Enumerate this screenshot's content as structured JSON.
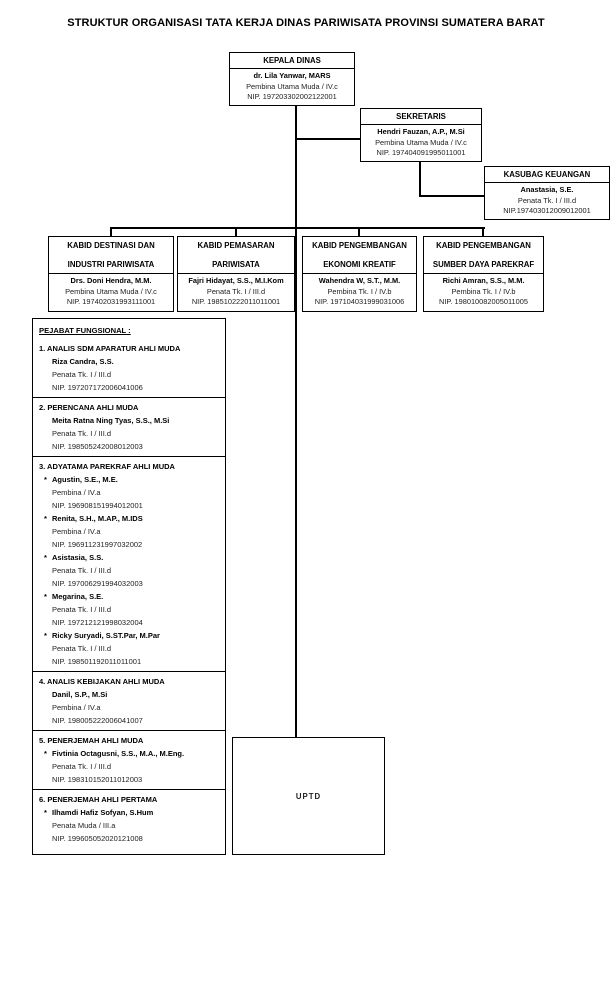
{
  "title": "STRUKTUR ORGANISASI TATA KERJA DINAS PARIWISATA PROVINSI SUMATERA BARAT",
  "nodes": {
    "kepala_dinas": {
      "header": "KEPALA DINAS",
      "name": "dr. Lila Yanwar, MARS",
      "rank": "Pembina Utama Muda / IV.c",
      "nip": "NIP. 197203302002122001"
    },
    "sekretaris": {
      "header": "SEKRETARIS",
      "name": "Hendri Fauzan, A.P., M.Si",
      "rank": "Pembina Utama Muda / IV.c",
      "nip": "NIP. 197404091995011001"
    },
    "kasubag_keuangan": {
      "header": "KASUBAG KEUANGAN",
      "name": "Anastasia, S.E.",
      "rank": "Penata Tk. I / III.d",
      "nip": "NIP.197403012009012001"
    },
    "kabid": [
      {
        "header_line1": "KABID DESTINASI DAN",
        "header_line2": "INDUSTRI PARIWISATA",
        "name": "Drs. Doni Hendra, M.M.",
        "rank": "Pembina Utama Muda / IV.c",
        "nip": "NIP. 197402031993111001"
      },
      {
        "header_line1": "KABID PEMASARAN",
        "header_line2": "PARIWISATA",
        "name": "Fajri Hidayat, S.S., M.I.Kom",
        "rank": "Penata Tk. I / III.d",
        "nip": "NIP. 198510222011011001"
      },
      {
        "header_line1": "KABID PENGEMBANGAN",
        "header_line2": "EKONOMI KREATIF",
        "name": "Wahendra W, S.T., M.M.",
        "rank": "Pembina Tk. I / IV.b",
        "nip": "NIP. 197104031999031006"
      },
      {
        "header_line1": "KABID PENGEMBANGAN",
        "header_line2": "SUMBER DAYA PAREKRAF",
        "name": "Richi Amran, S.S., M.M.",
        "rank": "Pembina Tk. I / IV.b",
        "nip": "NIP. 198010082005011005"
      }
    ],
    "uptd": {
      "label": "UPTD"
    }
  },
  "pejabat_fungsional": {
    "title": "PEJABAT FUNGSIONAL :",
    "sections": [
      {
        "heading": "1. ANALIS SDM APARATUR AHLI MUDA",
        "members": [
          {
            "bullet": "",
            "name": "Riza Candra, S.S.",
            "rank": "Penata Tk. I / III.d",
            "nip": "NIP. 197207172006041006"
          }
        ]
      },
      {
        "heading": "2. PERENCANA AHLI MUDA",
        "members": [
          {
            "bullet": "",
            "name": "Meita Ratna Ning Tyas, S.S., M.Si",
            "rank": "Penata Tk. I / III.d",
            "nip": "NIP. 198505242008012003"
          }
        ]
      },
      {
        "heading": "3. ADYATAMA PAREKRAF AHLI MUDA",
        "members": [
          {
            "bullet": "*",
            "name": "Agustin, S.E., M.E.",
            "rank": "Pembina / IV.a",
            "nip": "NIP. 196908151994012001"
          },
          {
            "bullet": "*",
            "name": "Renita, S.H., M.AP., M.IDS",
            "rank": "Pembina / IV.a",
            "nip": "NIP. 196911231997032002"
          },
          {
            "bullet": "*",
            "name": "Asistasia, S.S.",
            "rank": "Penata Tk. I / III.d",
            "nip": "NIP. 197006291994032003"
          },
          {
            "bullet": "*",
            "name": "Megarina, S.E.",
            "rank": "Penata Tk. I / III.d",
            "nip": "NIP. 197212121998032004"
          },
          {
            "bullet": "*",
            "name": "Ricky Suryadi, S.ST.Par, M.Par",
            "rank": "Penata Tk. I / III.d",
            "nip": "NIP. 198501192011011001"
          }
        ]
      },
      {
        "heading": "4. ANALIS KEBIJAKAN AHLI MUDA",
        "members": [
          {
            "bullet": "",
            "name": "Danil, S.P., M.Si",
            "rank": "Pembina / IV.a",
            "nip": "NIP. 198005222006041007"
          }
        ]
      },
      {
        "heading": "5. PENERJEMAH AHLI MUDA",
        "members": [
          {
            "bullet": "*",
            "name": "Fivtinia Octagusni, S.S., M.A., M.Eng.",
            "rank": "Penata Tk. I / III.d",
            "nip": "NIP. 198310152011012003"
          }
        ]
      },
      {
        "heading": "6. PENERJEMAH AHLI PERTAMA",
        "members": [
          {
            "bullet": "*",
            "name": "Ilhamdi Hafiz Sofyan, S.Hum",
            "rank": "Penata Muda / III.a",
            "nip": "NIP. 199605052020121008"
          }
        ]
      }
    ]
  }
}
